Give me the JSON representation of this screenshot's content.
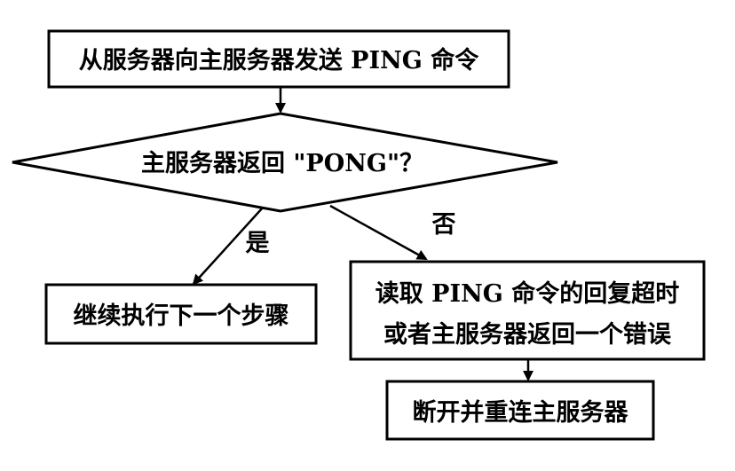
{
  "flowchart": {
    "start_step": "从服务器向主服务器发送 PING 命令",
    "decision": "主服务器返回 \"PONG\"？",
    "yes_label": "是",
    "no_label": "否",
    "yes_step": "继续执行下一个步骤",
    "no_step_line1": "读取 PING 命令的回复超时",
    "no_step_line2": "或者主服务器返回一个错误",
    "final_step": "断开并重连主服务器"
  }
}
